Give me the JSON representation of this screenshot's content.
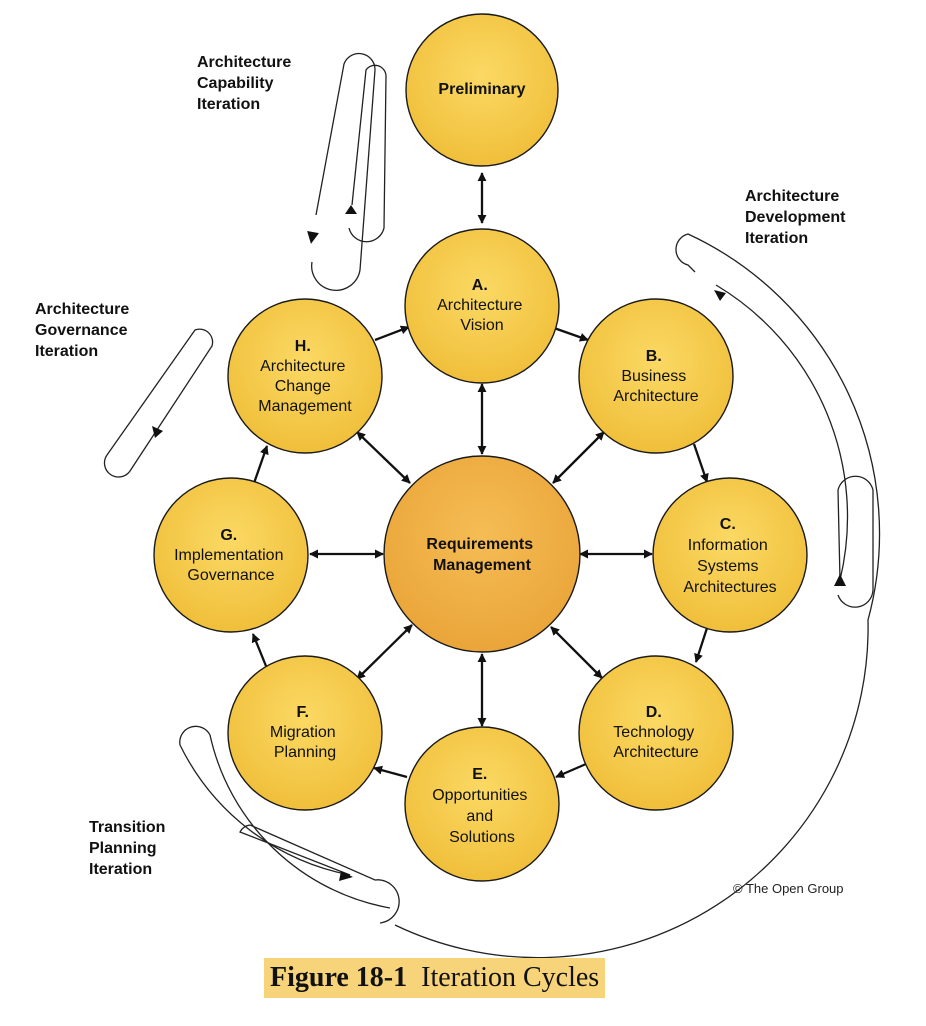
{
  "phases": {
    "preliminary": {
      "letter": "",
      "lines": [
        "Preliminary"
      ]
    },
    "a": {
      "letter": "A.",
      "lines": [
        "Architecture",
        "Vision"
      ]
    },
    "b": {
      "letter": "B.",
      "lines": [
        "Business",
        "Architecture"
      ]
    },
    "c": {
      "letter": "C.",
      "lines": [
        "Information",
        "Systems",
        "Architectures"
      ]
    },
    "d": {
      "letter": "D.",
      "lines": [
        "Technology",
        "Architecture"
      ]
    },
    "e": {
      "letter": "E.",
      "lines": [
        "Opportunities",
        "and",
        "Solutions"
      ]
    },
    "f": {
      "letter": "F.",
      "lines": [
        "Migration",
        "Planning"
      ]
    },
    "g": {
      "letter": "G.",
      "lines": [
        "Implementation",
        "Governance"
      ]
    },
    "h": {
      "letter": "H.",
      "lines": [
        "Architecture",
        "Change",
        "Management"
      ]
    },
    "requirements": {
      "letter": "",
      "lines": [
        "Requirements",
        "Management"
      ]
    }
  },
  "iterations": {
    "capability": [
      "Architecture",
      "Capability",
      "Iteration"
    ],
    "development": [
      "Architecture",
      "Development",
      "Iteration"
    ],
    "governance": [
      "Architecture",
      "Governance",
      "Iteration"
    ],
    "transition": [
      "Transition",
      "Planning",
      "Iteration"
    ]
  },
  "copyright": "© The Open Group",
  "caption": {
    "number": "Figure 18-1",
    "title": "Iteration Cycles"
  },
  "colors": {
    "phase_fill": "#f6cc45",
    "phase_stroke": "#1a1a1a",
    "center_fill": "#f0b043",
    "caption_bg": "#f7d37a"
  }
}
